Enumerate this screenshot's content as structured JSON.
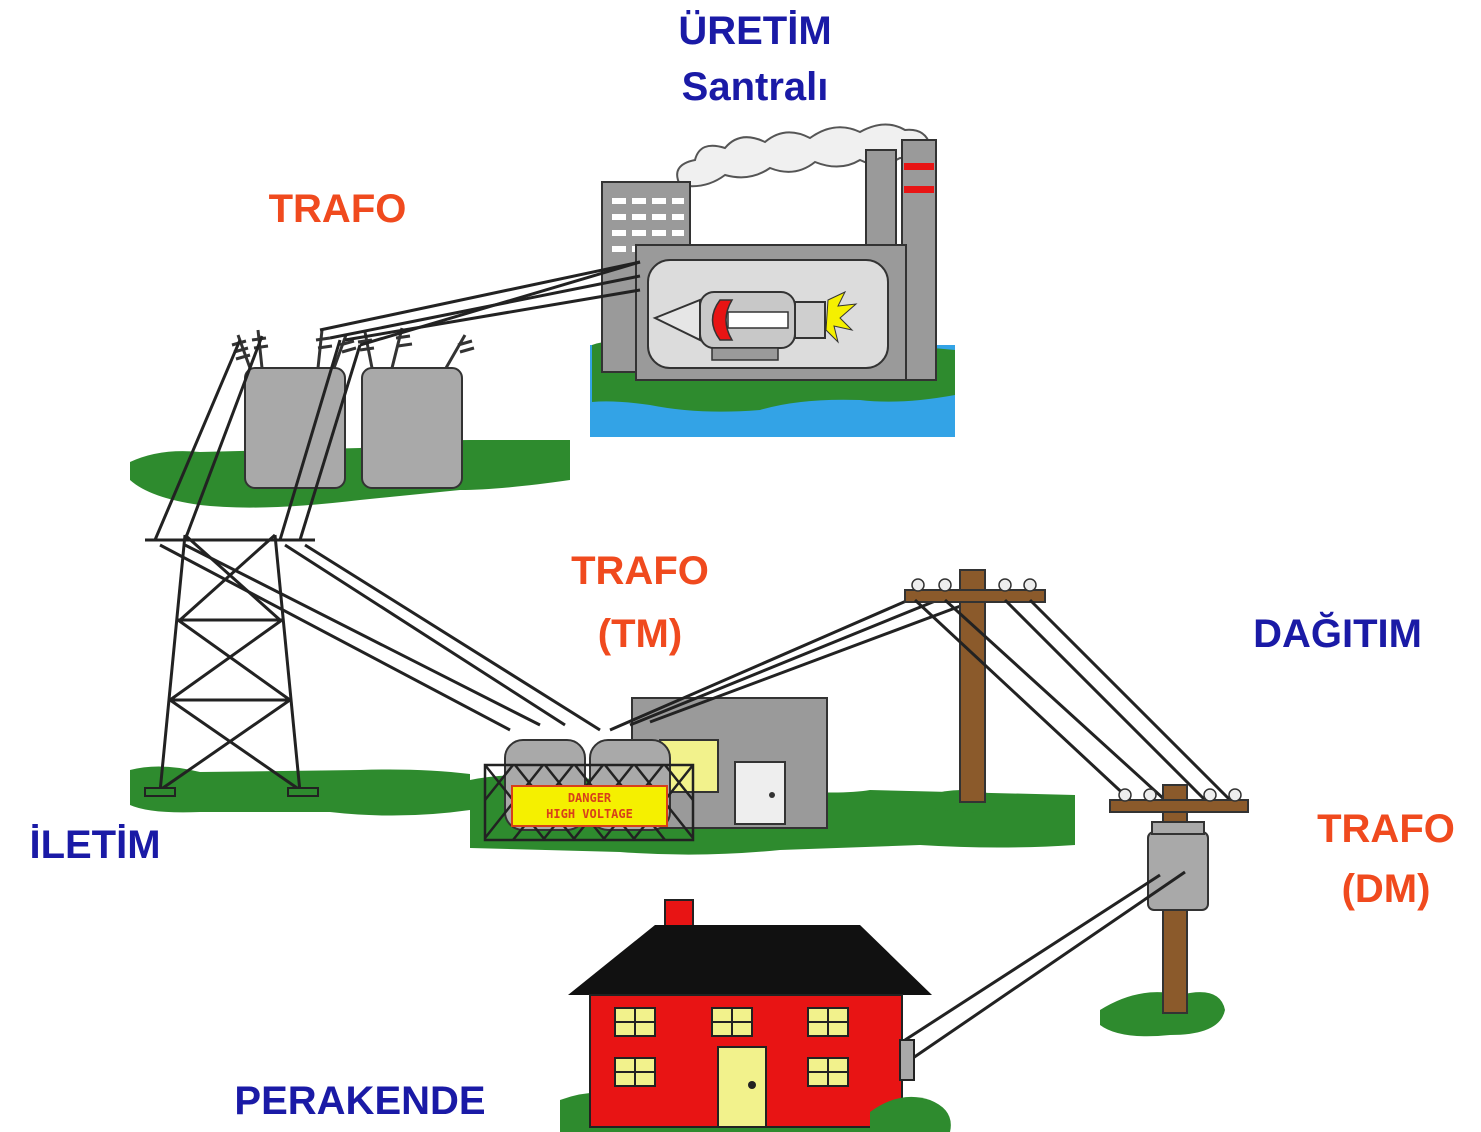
{
  "labels": {
    "generation_title": "ÜRETİM",
    "generation_sub": "Santralı",
    "trafo_top": "TRAFO",
    "trafo_tm_1": "TRAFO",
    "trafo_tm_2": "(TM)",
    "distribution": "DAĞITIM",
    "transmission": "İLETİM",
    "trafo_dm_1": "TRAFO",
    "trafo_dm_2": "(DM)",
    "retail": "PERAKENDE"
  },
  "sign": {
    "line1": "DANGER",
    "line2": "HIGH VOLTAGE"
  },
  "colors": {
    "label_blue": "#1a1aa6",
    "label_orange": "#f04a1e",
    "grass": "#2e8b2e",
    "water": "#33a3e6",
    "steel": "#a9a9a9",
    "wood": "#8b5a2b",
    "house_red": "#e81414",
    "sign_yellow": "#f5f000"
  }
}
